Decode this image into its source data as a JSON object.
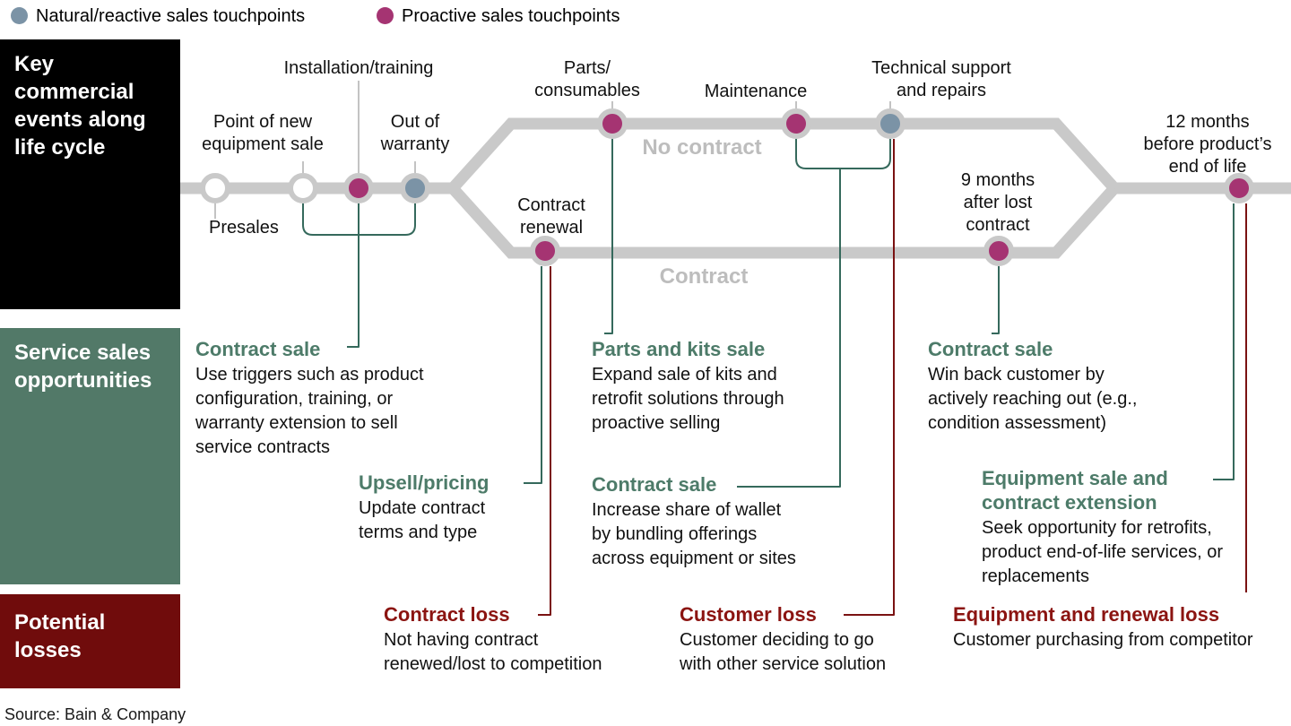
{
  "colors": {
    "natural": "#7b93a6",
    "proactive": "#a53472",
    "track": "#c9c9c9",
    "stub": "#c3c3c3",
    "branch_label": "#bdbdbd",
    "events_bg": "#000000",
    "opportunities_bg": "#527968",
    "losses_bg": "#700c0c",
    "opportunity_title": "#4d7b69",
    "loss_title": "#8b1411",
    "line_green": "#35695c",
    "line_red": "#7a1212"
  },
  "legend": {
    "natural_label": "Natural/reactive sales touchpoints",
    "proactive_label": "Proactive sales touchpoints"
  },
  "bands": {
    "events": {
      "lines": [
        "Key",
        "commercial",
        "events along",
        "life cycle"
      ]
    },
    "opportunities": {
      "lines": [
        "Service sales",
        "opportunities"
      ]
    },
    "losses": {
      "lines": [
        "Potential",
        "losses"
      ]
    }
  },
  "timeline": {
    "branch_labels": {
      "no_contract": "No contract",
      "contract": "Contract"
    },
    "nodes": {
      "presales": {
        "lines": [
          "Presales"
        ],
        "type": "plain"
      },
      "new_equipment": {
        "lines": [
          "Point of new",
          "equipment sale"
        ],
        "type": "plain"
      },
      "installation": {
        "lines": [
          "Installation/training"
        ],
        "type": "proactive"
      },
      "out_of_warranty": {
        "lines": [
          "Out of",
          "warranty"
        ],
        "type": "natural"
      },
      "parts": {
        "lines": [
          "Parts/",
          "consumables"
        ],
        "type": "proactive"
      },
      "maintenance": {
        "lines": [
          "Maintenance"
        ],
        "type": "proactive"
      },
      "tech_support": {
        "lines": [
          "Technical support",
          "and repairs"
        ],
        "type": "natural"
      },
      "contract_renewal": {
        "lines": [
          "Contract",
          "renewal"
        ],
        "type": "proactive"
      },
      "nine_months": {
        "lines": [
          "9 months",
          "after lost",
          "contract"
        ],
        "type": "proactive"
      },
      "twelve_months": {
        "lines": [
          "12 months",
          "before product’s",
          "end of life"
        ],
        "type": "proactive"
      }
    }
  },
  "opportunities": [
    {
      "title": "Contract sale",
      "body": "Use triggers such as product configuration, training, or warranty extension to sell service contracts"
    },
    {
      "title": "Parts and kits sale",
      "body": "Expand sale of kits and retrofit solutions through proactive selling"
    },
    {
      "title": "Contract sale",
      "body": "Win back customer by actively reaching out (e.g., condition assessment)"
    },
    {
      "title": "Upsell/pricing",
      "body": "Update contract terms and type"
    },
    {
      "title": "Contract sale",
      "body": "Increase share of wallet by bundling offerings across equipment or sites"
    },
    {
      "title": "Equipment sale and contract extension",
      "body": "Seek opportunity for retrofits, product end-of-life services, or replacements"
    }
  ],
  "losses": [
    {
      "title": "Contract loss",
      "body": "Not having contract renewed/lost to competition"
    },
    {
      "title": "Customer loss",
      "body": "Customer deciding to go with other service solution"
    },
    {
      "title": "Equipment and renewal loss",
      "body": "Customer purchasing from competitor"
    }
  ],
  "source": "Source: Bain & Company"
}
